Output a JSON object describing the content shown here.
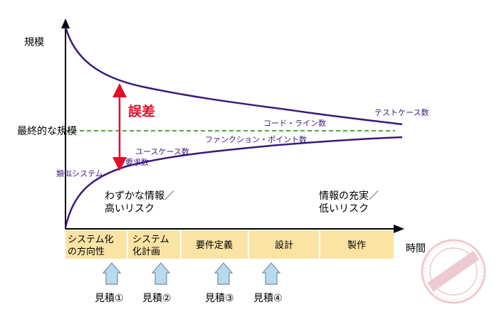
{
  "axis": {
    "y_label": "規模",
    "x_label": "時間"
  },
  "reference_line": {
    "label": "最終的な規模",
    "color": "#4caf3c"
  },
  "error_annotation": {
    "label": "誤差",
    "color": "#e0102a"
  },
  "curve_labels": {
    "test_cases": "テストケース数",
    "code_lines": "コード・ライン数",
    "function_points": "ファンクション・ポイント数",
    "use_cases": "ユースケース数",
    "requirements": "要求数",
    "similar_systems": "類似システム"
  },
  "notes": {
    "left_line1": "わずかな情報／",
    "left_line2": "高いリスク",
    "right_line1": "情報の充実／",
    "right_line2": "低いリスク"
  },
  "phases": [
    {
      "line1": "システム化",
      "line2": "の方向性"
    },
    {
      "line1": "システム",
      "line2": "化計画"
    },
    {
      "line1": "要件定義",
      "line2": ""
    },
    {
      "line1": "設計",
      "line2": ""
    },
    {
      "line1": "製作",
      "line2": ""
    }
  ],
  "estimates": [
    "見積①",
    "見積②",
    "見積③",
    "見積④"
  ],
  "colors": {
    "curve": "#3a1a7a",
    "phase_fill": "#fbe3a4",
    "arrow_fill": "#b9d9ee",
    "arrow_stroke": "#6e8fa6",
    "stamp": "#e0a0a8"
  }
}
